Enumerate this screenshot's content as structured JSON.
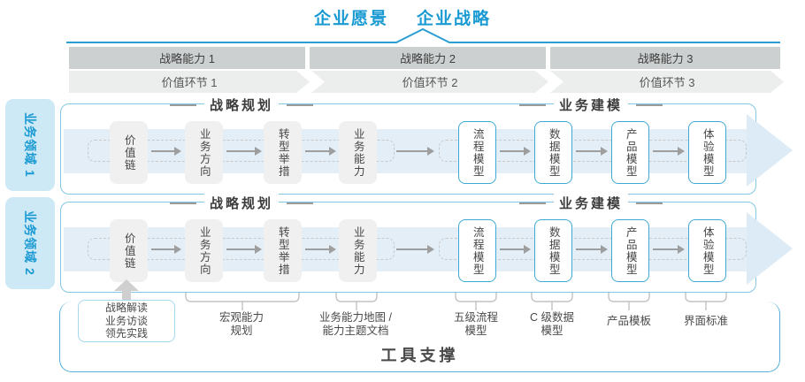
{
  "header": {
    "vision": "企业愿景",
    "strategy": "企业战略"
  },
  "capabilities": [
    "战略能力 1",
    "战略能力 2",
    "战略能力 3"
  ],
  "value_links": [
    "价值环节 1",
    "价值环节 2",
    "价值环节 3"
  ],
  "domains": [
    "业务领域 1",
    "业务领域 2"
  ],
  "rows": [
    {
      "planning_title": "战略规划",
      "modeling_title": "业务建模",
      "boxes": [
        "价值链",
        "业务方向",
        "转型举措",
        "业务能力",
        "流程模型",
        "数据模型",
        "产品模型",
        "体验模型"
      ]
    },
    {
      "planning_title": "战略规划",
      "modeling_title": "业务建模",
      "boxes": [
        "价值链",
        "业务方向",
        "转型举措",
        "业务能力",
        "流程模型",
        "数据模型",
        "产品模型",
        "体验模型"
      ]
    }
  ],
  "annotations": {
    "practice_box": "战略解读\n业务访谈\n领先实践",
    "labels": [
      {
        "text": "宏观能力\n规划"
      },
      {
        "text": "业务能力地图 /\n能力主题文档"
      },
      {
        "text": "五级流程\n模型"
      },
      {
        "text": "C 级数据\n模型"
      },
      {
        "text": "产品模板"
      },
      {
        "text": "界面标准"
      }
    ]
  },
  "footer": {
    "title": "工具支撑"
  },
  "colors": {
    "accent_blue": "#1a9ad2",
    "panel_border": "#82c7e3",
    "band_fill": "#e3eef7",
    "node_blue_border": "#3fa9d6",
    "cap_bar": "#cdd0d1",
    "val_bar": "#eceded"
  }
}
